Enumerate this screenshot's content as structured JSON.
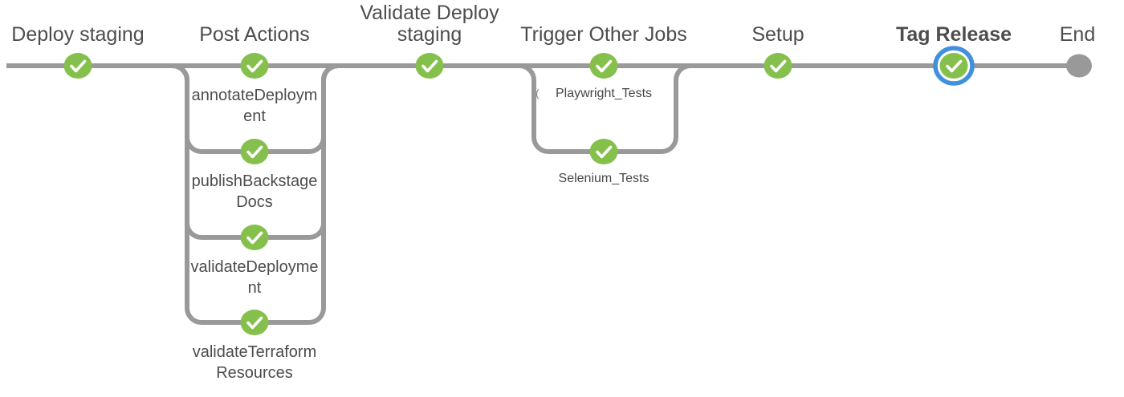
{
  "pipeline": {
    "stages": [
      {
        "label": "Deploy staging",
        "status": "success",
        "icon": "check-icon"
      },
      {
        "label": "Post Actions",
        "status": "success",
        "icon": "check-icon"
      },
      {
        "label": "Validate Deploy staging",
        "status": "success",
        "icon": "check-icon"
      },
      {
        "label": "Trigger Other Jobs",
        "status": "success",
        "icon": "check-icon"
      },
      {
        "label": "Setup",
        "status": "success",
        "icon": "check-icon"
      },
      {
        "label": "Tag Release",
        "status": "success",
        "icon": "check-icon",
        "selected": true
      },
      {
        "label": "End",
        "status": "end",
        "icon": "filled-circle-icon"
      }
    ],
    "post_actions_branches": [
      {
        "label": "annotateDeployment",
        "status": "success",
        "icon": "check-icon"
      },
      {
        "label": "publishBackstageDocs",
        "status": "success",
        "icon": "check-icon"
      },
      {
        "label": "validateDeployment",
        "status": "success",
        "icon": "check-icon"
      },
      {
        "label": "validateTerraformResources",
        "status": "success",
        "icon": "check-icon"
      }
    ],
    "trigger_other_jobs_branches": [
      {
        "label": "Playwright_Tests",
        "status": "success",
        "icon": "check-icon"
      },
      {
        "label": "Selenium_Tests",
        "status": "success",
        "icon": "check-icon"
      }
    ],
    "stray_mark": "("
  },
  "colors": {
    "connector_line": "#9a9999",
    "node_success_green": "#85c04d",
    "node_end_gray": "#9a9999",
    "selected_ring_blue": "#4190dc",
    "label_text": "#4d4d4d",
    "check_mark": "#ffffff"
  }
}
